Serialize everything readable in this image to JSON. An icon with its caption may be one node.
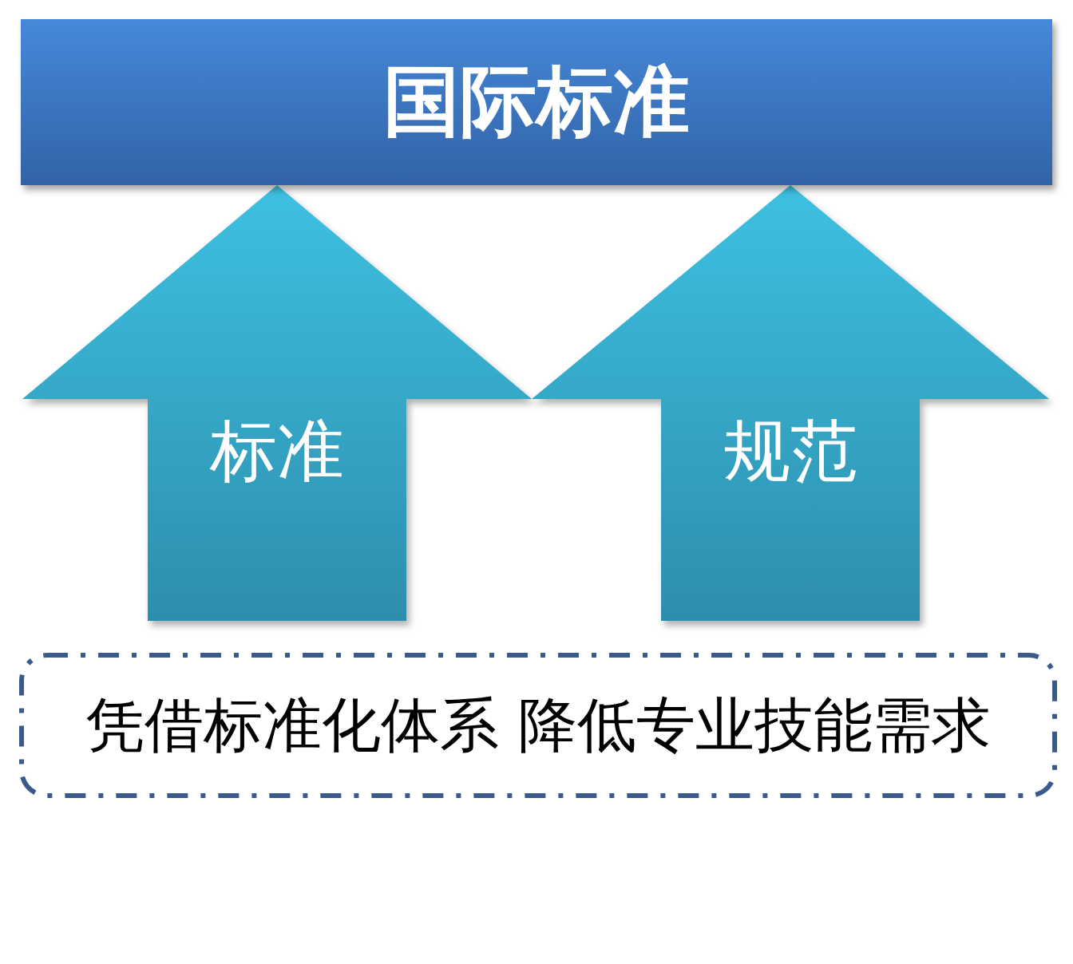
{
  "diagram": {
    "nodes": [
      {
        "text": [
          "国际标准"
        ]
      },
      {
        "text": [
          "凭借标准化体系 降低专业技能需求"
        ]
      }
    ],
    "edges": [
      {
        "from": 1,
        "to": 0,
        "arrow": "to",
        "label": "标准"
      },
      {
        "from": 1,
        "to": 0,
        "arrow": "to",
        "label": "规范"
      }
    ]
  }
}
